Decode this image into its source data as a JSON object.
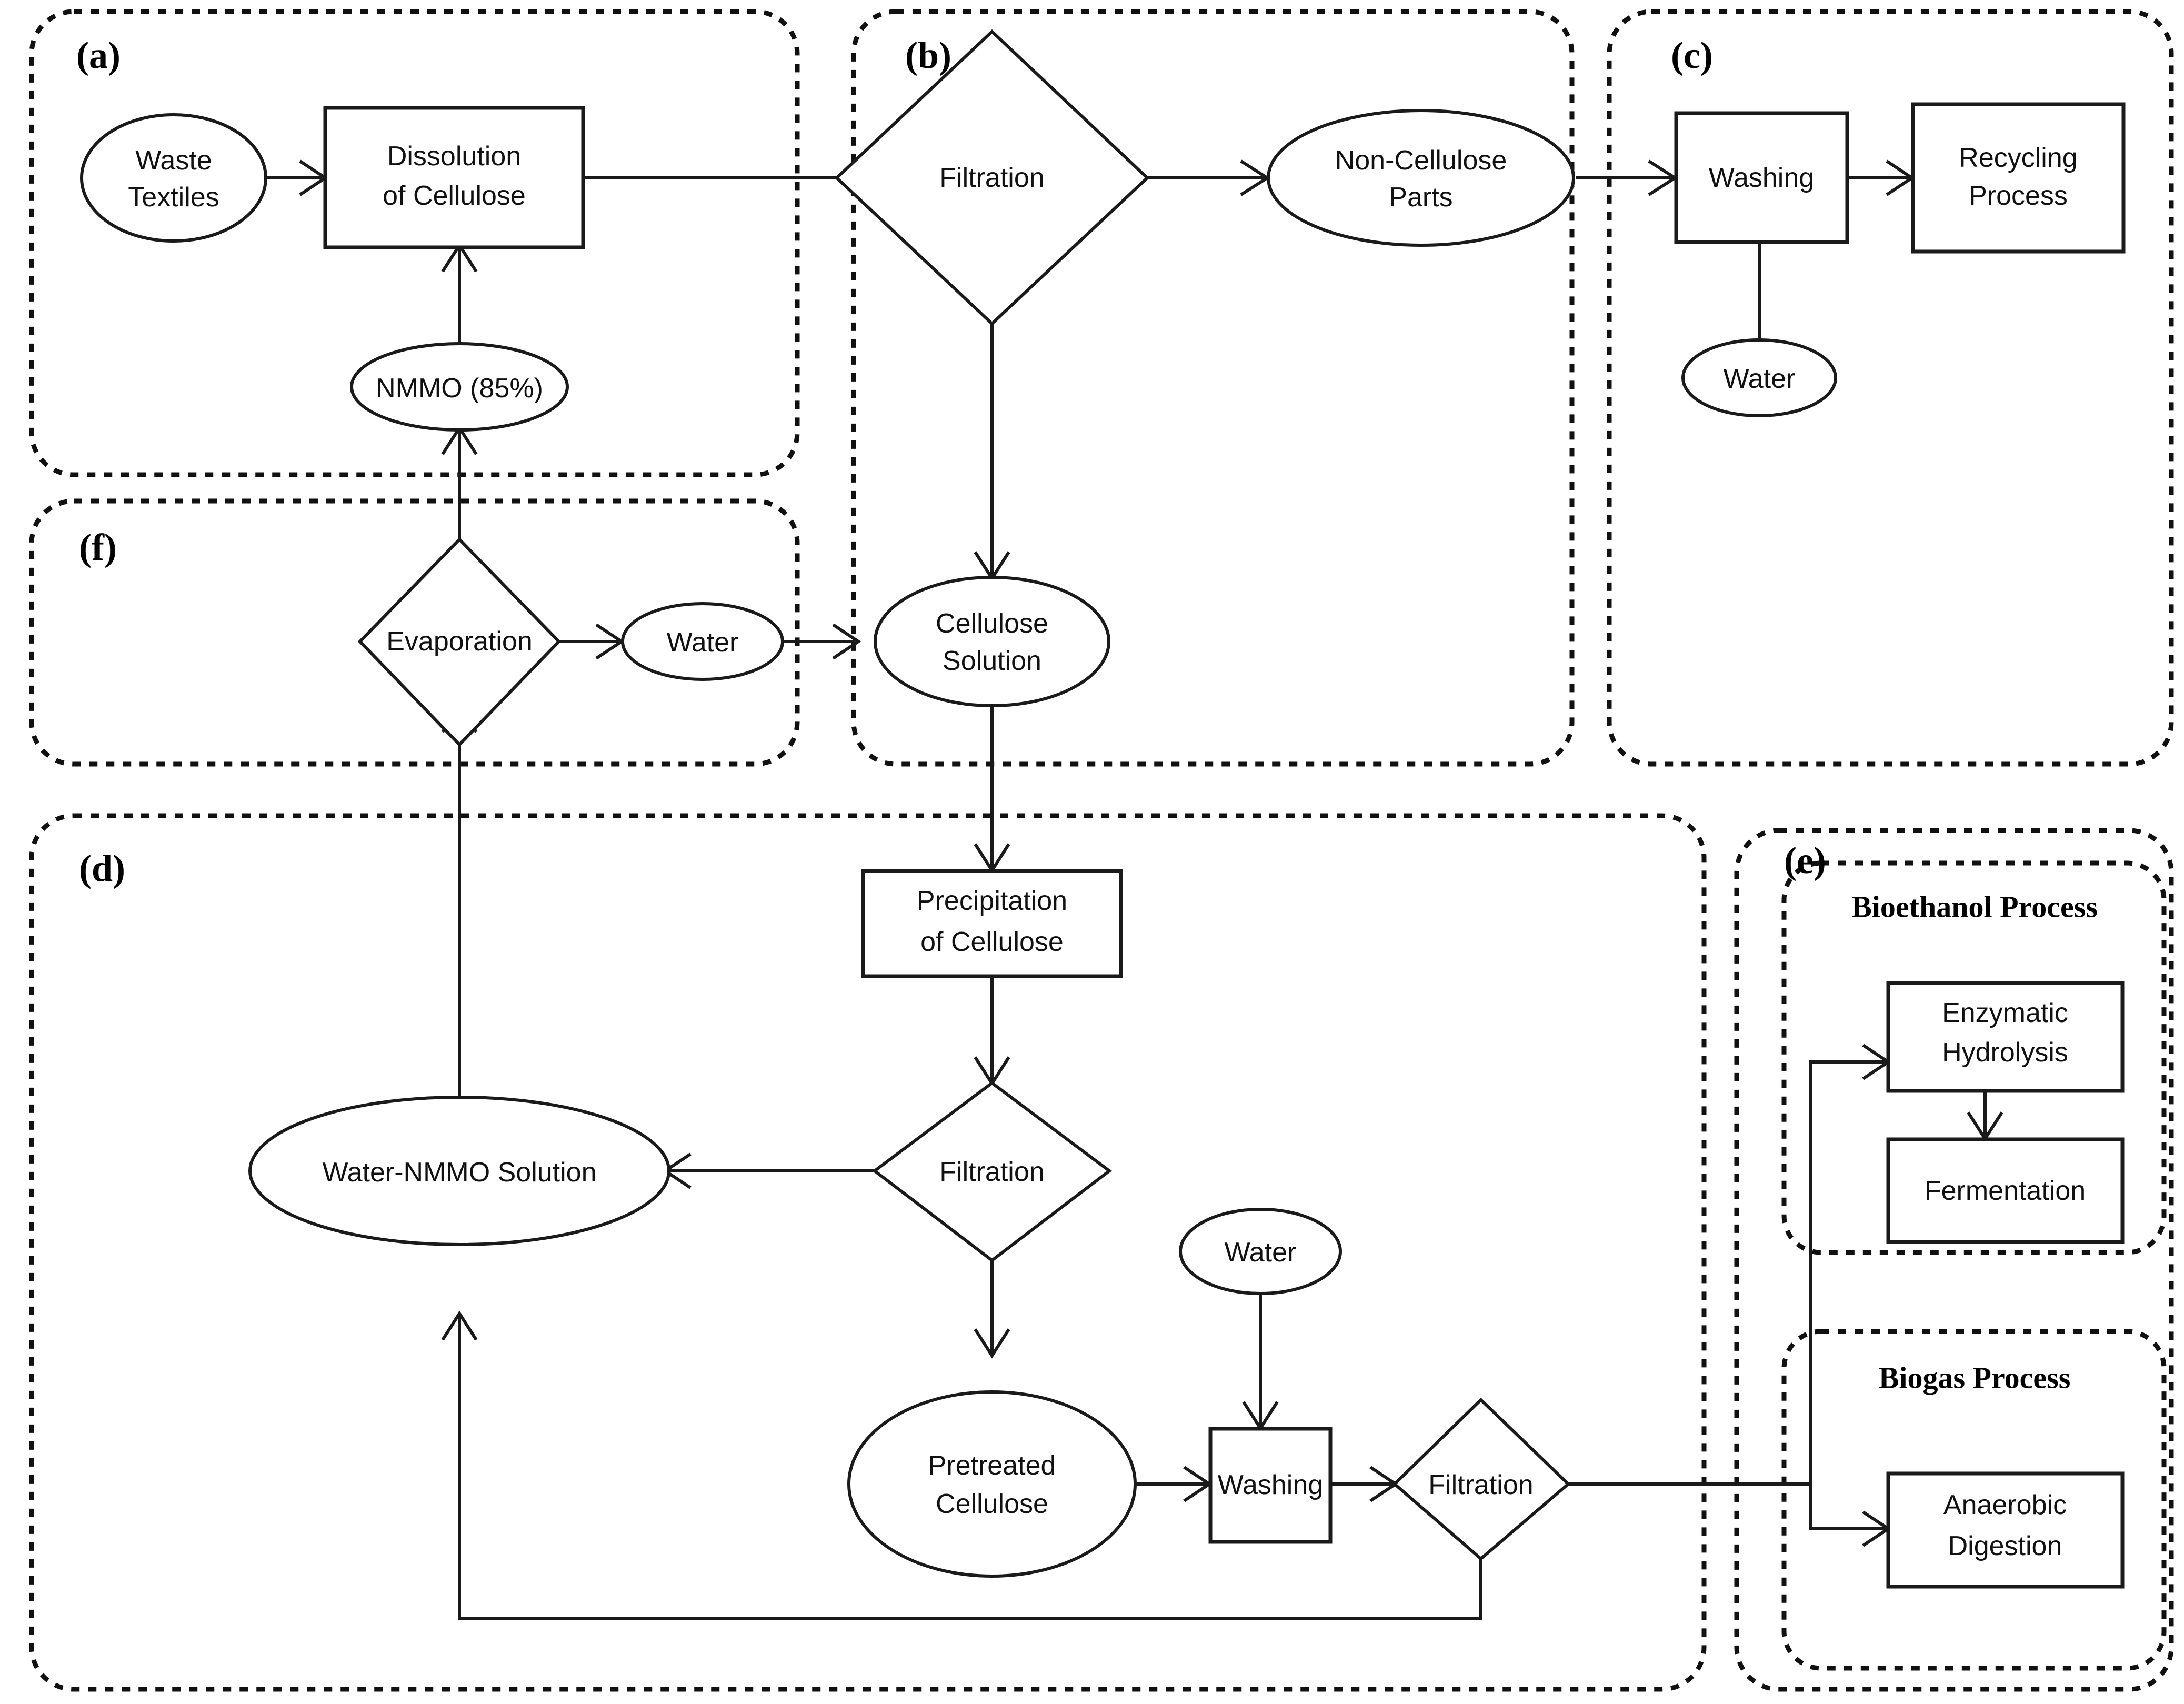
{
  "figure": {
    "background_color": "#ffffff",
    "line_color": "#1a1a1a",
    "panel_border_color": "#111111"
  },
  "panels": [
    {
      "id": "a",
      "tag": "(a)"
    },
    {
      "id": "b",
      "tag": "(b)"
    },
    {
      "id": "c",
      "tag": "(c)"
    },
    {
      "id": "d",
      "tag": "(d)"
    },
    {
      "id": "e",
      "tag": "(e)"
    },
    {
      "id": "f",
      "tag": "(f)"
    }
  ],
  "subpanels": [
    {
      "id": "bioethanol",
      "title": "Bioethanol Process"
    },
    {
      "id": "biogas",
      "title": "Biogas Process"
    }
  ],
  "nodes": {
    "waste_textiles": {
      "label_line1": "Waste",
      "label_line2": "Textiles",
      "shape": "ellipse",
      "panel": "a"
    },
    "dissolution": {
      "label_line1": "Dissolution",
      "label_line2": "of Cellulose",
      "shape": "rect",
      "panel": "a"
    },
    "nmmo": {
      "label_line1": "NMMO (85%)",
      "shape": "ellipse",
      "panel": "a"
    },
    "filtration_b": {
      "label_line1": "Filtration",
      "shape": "diamond",
      "panel": "b"
    },
    "non_cellulose": {
      "label_line1": "Non-Cellulose",
      "label_line2": "Parts",
      "shape": "ellipse",
      "panel": "b"
    },
    "cellulose_solution": {
      "label_line1": "Cellulose",
      "label_line2": "Solution",
      "shape": "ellipse",
      "panel": "b"
    },
    "washing_c": {
      "label_line1": "Washing",
      "shape": "rect",
      "panel": "c"
    },
    "recycling": {
      "label_line1": "Recycling",
      "label_line2": "Process",
      "shape": "rect",
      "panel": "c"
    },
    "water_c": {
      "label_line1": "Water",
      "shape": "ellipse",
      "panel": "c"
    },
    "evaporation": {
      "label_line1": "Evaporation",
      "shape": "diamond",
      "panel": "f"
    },
    "water_f": {
      "label_line1": "Water",
      "shape": "ellipse",
      "panel": "f"
    },
    "precipitation": {
      "label_line1": "Precipitation",
      "label_line2": "of Cellulose",
      "shape": "rect",
      "panel": "d"
    },
    "water_nmmo": {
      "label_line1": "Water-NMMO Solution",
      "shape": "ellipse",
      "panel": "d"
    },
    "filtration_d1": {
      "label_line1": "Filtration",
      "shape": "diamond",
      "panel": "d"
    },
    "pretreated": {
      "label_line1": "Pretreated",
      "label_line2": "Cellulose",
      "shape": "ellipse",
      "panel": "d"
    },
    "water_d": {
      "label_line1": "Water",
      "shape": "ellipse",
      "panel": "d"
    },
    "washing_d": {
      "label_line1": "Washing",
      "shape": "rect",
      "panel": "d"
    },
    "filtration_d2": {
      "label_line1": "Filtration",
      "shape": "diamond",
      "panel": "d"
    },
    "enzymatic": {
      "label_line1": "Enzymatic",
      "label_line2": "Hydrolysis",
      "shape": "rect",
      "panel": "e"
    },
    "fermentation": {
      "label_line1": "Fermentation",
      "shape": "rect",
      "panel": "e"
    },
    "anaerobic": {
      "label_line1": "Anaerobic",
      "label_line2": "Digestion",
      "shape": "rect",
      "panel": "e"
    }
  }
}
